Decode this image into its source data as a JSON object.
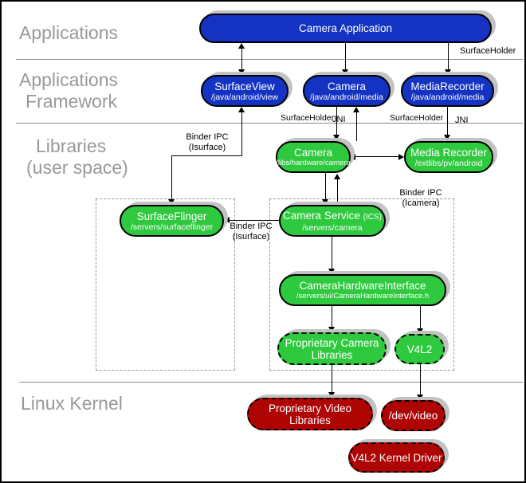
{
  "colors": {
    "blue": "#1433c3",
    "green": "#2ec93e",
    "red": "#ae0404",
    "shadow": "#c3c3c3"
  },
  "layers": {
    "applications": {
      "label": "Applications"
    },
    "framework": {
      "line1": "Applications",
      "line2": "Framework"
    },
    "libraries": {
      "line1": "Libraries",
      "line2": "(user space)"
    },
    "kernel": {
      "label": "Linux Kernel"
    }
  },
  "nodes": {
    "camera_application": {
      "title": "Camera Application"
    },
    "surface_view": {
      "title": "SurfaceView",
      "path": "/java/android/view"
    },
    "camera_java": {
      "title": "Camera",
      "path": "/java/android/media"
    },
    "media_recorder_java": {
      "title": "MediaRecorder",
      "path": "/java/android/media"
    },
    "camera_lib": {
      "title": "Camera",
      "path": "/libs/hardware/camera"
    },
    "media_recorder_lib": {
      "title": "Media Recorder",
      "path": "/extlibs/pv/android"
    },
    "surface_flinger": {
      "title": "SurfaceFlinger",
      "path": "/servers/surfaceflinger"
    },
    "camera_service": {
      "title": "Camera Service",
      "title_suffix": "(ICS)",
      "path": "/servers/camera"
    },
    "camera_hardware_interface": {
      "title": "CameraHardwareInterface",
      "path": "/servers/ui/CameraHardwareInterface.h"
    },
    "proprietary_camera_libraries": {
      "line1": "Proprietary Camera",
      "line2": "Libraries"
    },
    "v4l2": {
      "title": "V4L2"
    },
    "proprietary_video_libraries": {
      "line1": "Proprietary Video",
      "line2": "Libraries"
    },
    "dev_video": {
      "title": "/dev/video"
    },
    "v4l2_kernel_driver": {
      "title": "V4L2 Kernel Driver"
    }
  },
  "edge_labels": {
    "surfaceholder_top": "SurfaceHolder",
    "surfaceholder_left": "SurfaceHolder",
    "jni_left": "JNI",
    "surfaceholder_right": "SurfaceHolder",
    "jni_right": "JNI",
    "binder_isurface_top": {
      "line1": "Binder IPC",
      "line2": "(Isurface)"
    },
    "binder_isurface_mid": {
      "line1": "Binder IPC",
      "line2": "(Isurface)"
    },
    "binder_icamera": {
      "line1": "Binder IPC",
      "line2": "(Icamera)"
    }
  }
}
